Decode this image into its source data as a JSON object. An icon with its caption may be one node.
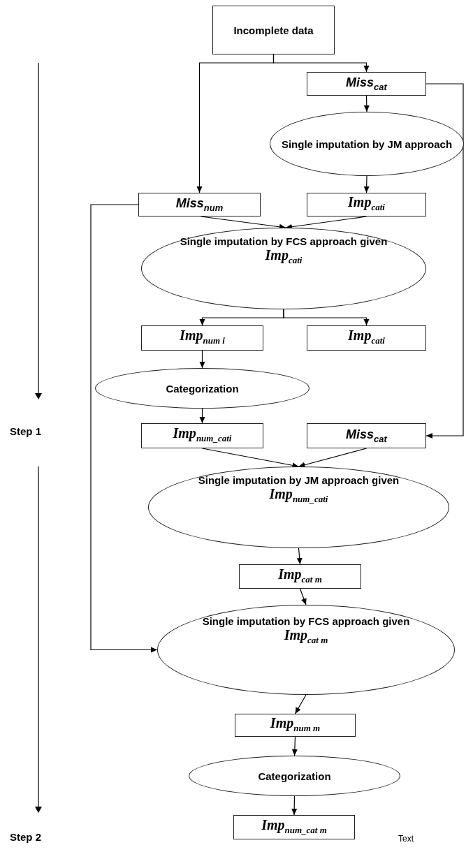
{
  "diagram": {
    "nodes": [
      {
        "text": [
          "Incomplete data"
        ]
      },
      {
        "text": [
          "Miss$_{cat}$"
        ]
      },
      {
        "text": [
          "Single imputation by JM approach"
        ]
      },
      {
        "text": [
          "Miss$_{num}$"
        ]
      },
      {
        "text": [
          "Imp$_{cat}$$_{i}$"
        ]
      },
      {
        "text": [
          "Single imputation by FCS approach given",
          "Imp$_{cat}$$_{i}$"
        ]
      },
      {
        "text": [
          "Imp$_{num i}$"
        ]
      },
      {
        "text": [
          "Imp$_{cat}$$_{i}$"
        ]
      },
      {
        "text": [
          "Categorization"
        ]
      },
      {
        "text": [
          "Imp$_{num_cat}$$_{i}$"
        ]
      },
      {
        "text": [
          "Miss$_{cat}$"
        ]
      },
      {
        "text": [
          "Single imputation by JM approach given",
          "Imp$_{num_cat}$$_{i}$"
        ]
      },
      {
        "text": [
          "Imp$_{cat m}$"
        ]
      },
      {
        "text": [
          "Single imputation by FCS approach given",
          "Imp$_{cat m}$"
        ]
      },
      {
        "text": [
          "Imp$_{num m}$"
        ]
      },
      {
        "text": [
          "Categorization"
        ]
      },
      {
        "text": [
          "Imp$_{num_cat m}$"
        ]
      }
    ],
    "edges": [
      {
        "from": 0,
        "to": 3,
        "arrow": "to"
      },
      {
        "from": 0,
        "to": 1,
        "arrow": "to"
      },
      {
        "from": 1,
        "to": 2,
        "arrow": "to"
      },
      {
        "from": 2,
        "to": 4,
        "arrow": "to"
      },
      {
        "from": 1,
        "to": 10,
        "arrow": "to"
      },
      {
        "from": 3,
        "to": 5,
        "arrow": "to"
      },
      {
        "from": 4,
        "to": 5,
        "arrow": "to"
      },
      {
        "from": 3,
        "to": 13,
        "arrow": "to"
      },
      {
        "from": 5,
        "to": 6,
        "arrow": "to"
      },
      {
        "from": 5,
        "to": 7,
        "arrow": "to"
      },
      {
        "from": 6,
        "to": 8,
        "arrow": "to"
      },
      {
        "from": 8,
        "to": 9,
        "arrow": "to"
      },
      {
        "from": 9,
        "to": 11,
        "arrow": "to"
      },
      {
        "from": 10,
        "to": 11,
        "arrow": "to"
      },
      {
        "from": 11,
        "to": 12,
        "arrow": "to"
      },
      {
        "from": 12,
        "to": 13,
        "arrow": "to"
      },
      {
        "from": 13,
        "to": 14,
        "arrow": "to"
      },
      {
        "from": 14,
        "to": 15,
        "arrow": "to"
      },
      {
        "from": 15,
        "to": 16,
        "arrow": "to"
      }
    ],
    "labels": [
      "Step 1",
      "Step 2",
      "Text"
    ]
  }
}
